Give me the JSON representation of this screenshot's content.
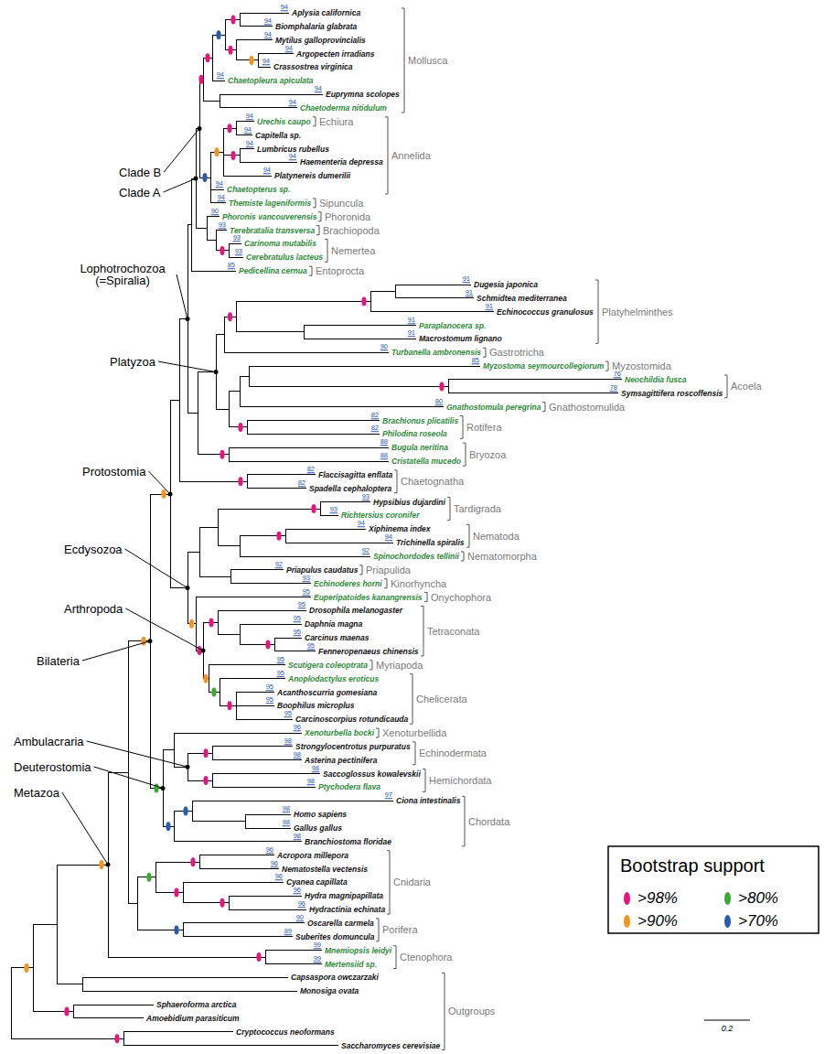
{
  "diagram": {
    "labels": [
      "94",
      "Aplysia californica",
      "94",
      "Biomphalaria glabrata",
      "94",
      "Mytilus galloprovincialis",
      "94",
      "Argopecten irradians",
      "94",
      "Crassostrea virginica",
      "94",
      "Chaetopleura apiculata",
      "94",
      "Euprymna scolopes",
      "94",
      "Chaetoderma nitidulum",
      "94",
      "Urechis caupo",
      "94",
      "Capitella sp.",
      "94",
      "Lumbricus rubellus",
      "94",
      "Haementeria depressa",
      "94",
      "Platynereis dumerilii",
      "94",
      "Chaetopterus sp.",
      "94",
      "Themiste lageniformis",
      "90",
      "Phoronis vancouverensis",
      "93",
      "Terebratalia transversa",
      "93",
      "Carinoma mutabilis",
      "93",
      "Cerebratulus lacteus",
      "85",
      "Pedicellina cernua",
      "91",
      "Dugesia japonica",
      "91",
      "Schmidtea mediterranea",
      "91",
      "Echinococcus granulosus",
      "91",
      "Paraplanocera sp.",
      "91",
      "Macrostomum lignano",
      "90",
      "Turbanella ambronensis",
      "85",
      "Myzostoma seymourcollegiorum",
      "76",
      "Neochildia fusca",
      "78",
      "Symsagittifera roscoffensis",
      "80",
      "Gnathostomula peregrina",
      "82",
      "Brachionus plicatilis",
      "82",
      "Philodina roseola",
      "88",
      "Bugula neritina",
      "88",
      "Cristatella mucedo",
      "82",
      "Flaccisagitta enflata",
      "82",
      "Spadella cephaloptera",
      "93",
      "Hypsibius dujardini",
      "93",
      "Richtersius coronifer",
      "94",
      "Xiphinema index",
      "94",
      "Trichinella spiralis",
      "92",
      "Spinochordodes tellinii",
      "92",
      "Priapulus caudatus",
      "93",
      "Echinoderes horni",
      "95",
      "Euperipatoides kanangrensis",
      "95",
      "Drosophila melanogaster",
      "95",
      "Daphnia magna",
      "95",
      "Carcinus maenas",
      "95",
      "Fenneropenaeus chinensis",
      "95",
      "Scutigera coleoptrata",
      "95",
      "Anoplodactylus eroticus",
      "95",
      "Acanthoscurria gomesiana",
      "95",
      "Boophilus microplus",
      "95",
      "Carcinoscorpius rotundicauda",
      "96",
      "Xenoturbella bocki",
      "98",
      "Strongylocentrotus purpuratus",
      "98",
      "Asterina pectinifera",
      "98",
      "Saccoglossus kowalevskii",
      "98",
      "Ptychodera flava",
      "97",
      "Ciona intestinalis",
      "98",
      "Homo sapiens",
      "98",
      "Gallus gallus",
      "98",
      "Branchiostoma floridae",
      "96",
      "Acropora millepora",
      "96",
      "Nematostella vectensis",
      "96",
      "Cyanea capillata",
      "96",
      "Hydra magnipapillata",
      "96",
      "Hydractinia echinata",
      "90",
      "Oscarella carmela",
      "89",
      "Suberites domuncula",
      "99",
      "Mnemiopsis leidyi",
      "99",
      "Mertensiid sp.",
      "Capsaspora owczarzaki",
      "Monosiga ovata",
      "Sphaeroforma arctica",
      "Amoebidium parasiticum",
      "Cryptococcus neoformans",
      "Saccharomyces cerevisiae",
      "Mollusca",
      "Annelida",
      "Echiura",
      "Sipuncula",
      "Phoronida",
      "Brachiopoda",
      "Nemertea",
      "Entoprocta",
      "Platyhelminthes",
      "Gastrotricha",
      "Myzostomida",
      "Acoela",
      "Gnathostomulida",
      "Rotifera",
      "Bryozoa",
      "Chaetognatha",
      "Tardigrada",
      "Nematoda",
      "Nematomorpha",
      "Priapulida",
      "Kinorhyncha",
      "Onychophora",
      "Tetraconata",
      "Myriapoda",
      "Chelicerata",
      "Xenoturbellida",
      "Echinodermata",
      "Hemichordata",
      "Chordata",
      "Cnidaria",
      "Porifera",
      "Ctenophora",
      "Outgroups",
      "Clade B",
      "Clade A",
      "Lophotrochozoa (=Spiralia)",
      "Platyzoa",
      "Protostomia",
      "Ecdysozoa",
      "Arthropoda",
      "Bilateria",
      "Ambulacraria",
      "Deuterostomia",
      "Metazoa",
      "Bootstrap support",
      "0.2"
    ],
    "legend": [
      {
        "text": ">98%",
        "color": "#e5177e"
      },
      {
        "text": ">80%",
        "color": "#3aa935"
      },
      {
        "text": ">90%",
        "color": "#f7941d"
      },
      {
        "text": ">70%",
        "color": "#2b5ca8"
      }
    ]
  }
}
